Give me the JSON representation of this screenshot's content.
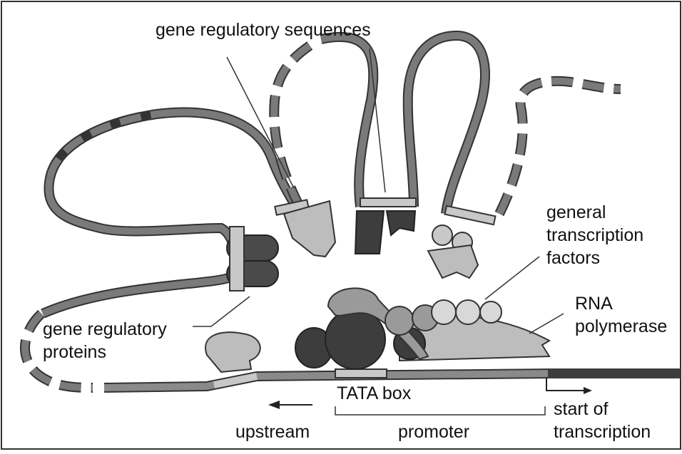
{
  "labels": {
    "gene_regulatory_sequences": "gene regulatory sequences",
    "general_transcription_factors": [
      "general",
      "transcription",
      "factors"
    ],
    "rna_polymerase": [
      "RNA",
      "polymerase"
    ],
    "gene_regulatory_proteins": [
      "gene regulatory",
      "proteins"
    ],
    "tata_box": "TATA box",
    "upstream": "upstream",
    "promoter": "promoter",
    "start_of_transcription": [
      "start of",
      "transcription"
    ]
  },
  "colors": {
    "dna_strand": "#7a7a7a",
    "dna_dark": "#3d3d3d",
    "dna_light": "#c8c8c8",
    "protein_light": "#bdbdbd",
    "protein_mid": "#9a9a9a",
    "protein_dark": "#4a4a4a",
    "frame": "#333333",
    "background": "#ffffff"
  }
}
